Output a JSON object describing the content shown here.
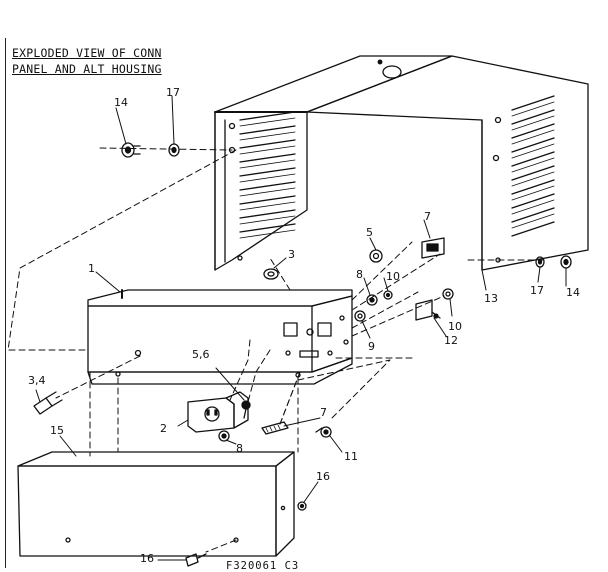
{
  "title_lines": [
    "EXPLODED VIEW OF CONN",
    "PANEL AND ALT HOUSING"
  ],
  "drawing_code": "F320061 C3",
  "callouts": [
    "14",
    "17",
    "1",
    "3",
    "5",
    "7",
    "8",
    "10",
    "10",
    "17",
    "14",
    "13",
    "9",
    "12",
    "5,6",
    "7",
    "2",
    "8",
    "3,4",
    "15",
    "11",
    "16",
    "16"
  ]
}
